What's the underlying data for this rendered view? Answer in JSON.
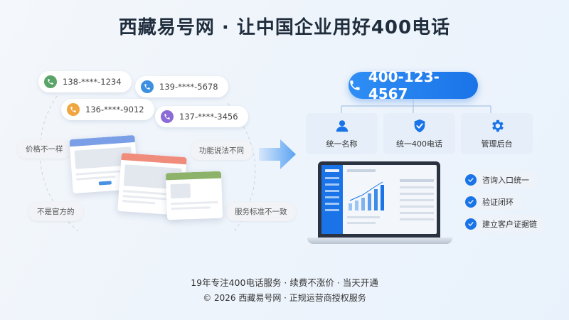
{
  "title": "西藏易号网 · 让中国企业用好400电话",
  "phones": [
    {
      "number": "138-****-1234",
      "color": "#5aa469"
    },
    {
      "number": "139-****-5678",
      "color": "#3d8fe0"
    },
    {
      "number": "136-****-9012",
      "color": "#f0a640"
    },
    {
      "number": "137-****-3456",
      "color": "#8c6bd6"
    }
  ],
  "bubbles": [
    "价格不一样",
    "功能说法不同",
    "不是官方的",
    "服务标准不一致"
  ],
  "hotline": "400-123-4567",
  "features": [
    "统一名称",
    "统一400电话",
    "管理后台"
  ],
  "checks": [
    "咨询入口统一",
    "验证闭环",
    "建立客户证据链"
  ],
  "footer": {
    "line1": "19年专注400电话服务 · 续费不涨价 · 当天开通",
    "line2": "© 2026 西藏易号网 · 正规运营商授权服务"
  },
  "colors": {
    "brand": "#1a74e8",
    "title": "#1f2d3d"
  }
}
